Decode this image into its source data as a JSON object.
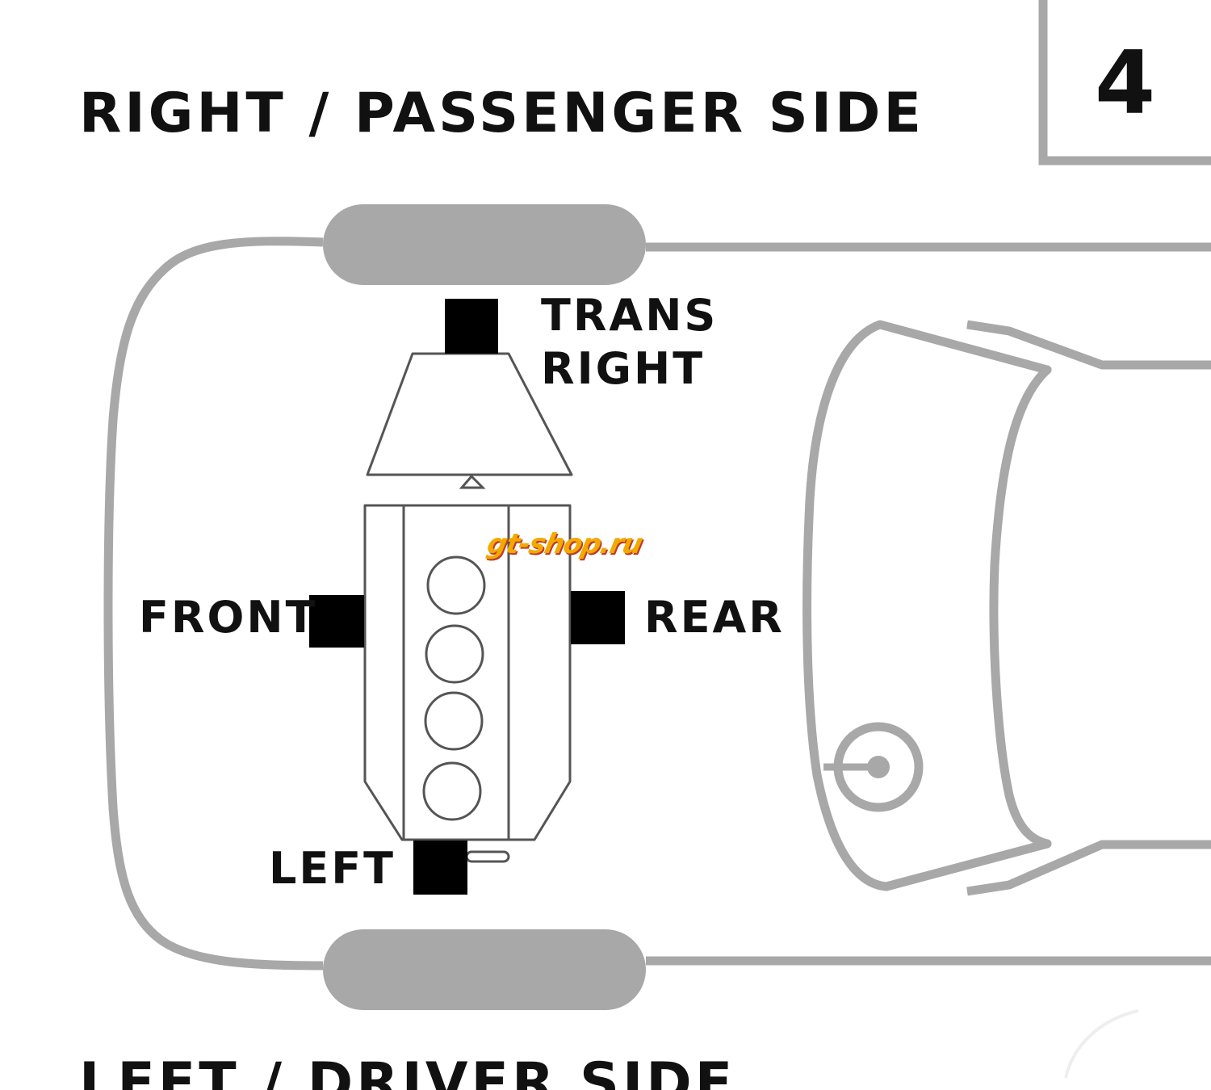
{
  "header": {
    "title_top": "RIGHT / PASSENGER SIDE",
    "title_bottom": "LEFT / DRIVER SIDE",
    "step_number": "4"
  },
  "mounts": {
    "trans_right": "TRANS\nRIGHT",
    "front": "FRONT",
    "rear": "REAR",
    "left": "LEFT"
  },
  "watermark": {
    "text": "gt-shop.ru"
  },
  "colors": {
    "outline_gray": "#a8a8a8",
    "mount_black": "#000000",
    "text": "#111111",
    "watermark_orange": "#f2a900"
  }
}
